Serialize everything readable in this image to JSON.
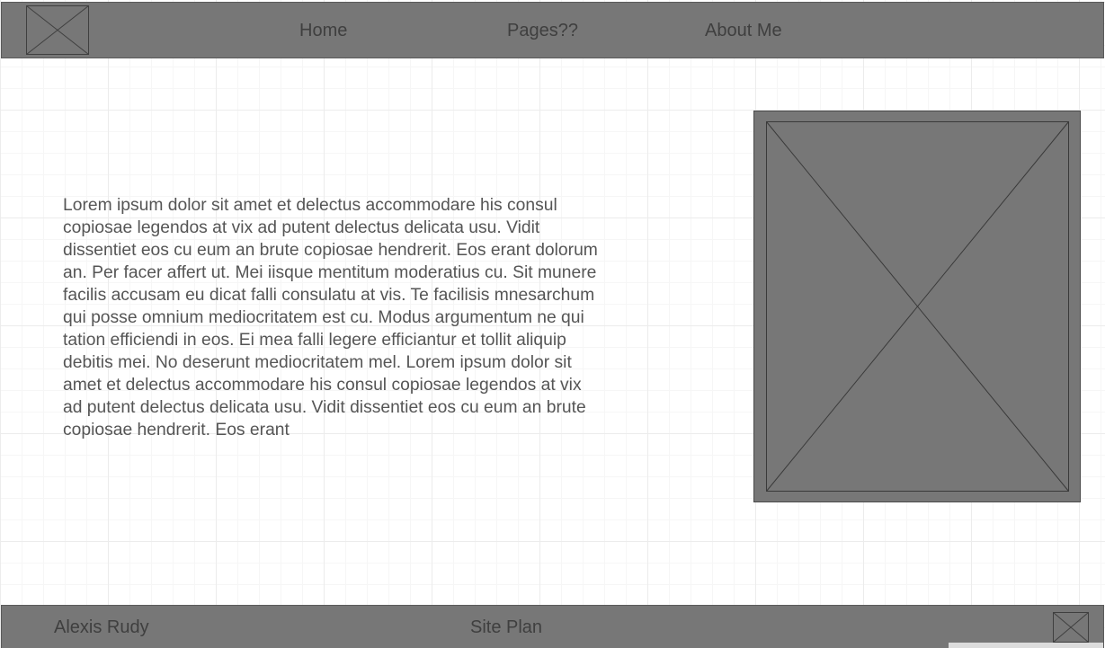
{
  "header": {
    "logo_icon": "image-placeholder-icon",
    "nav": [
      {
        "label": "Home"
      },
      {
        "label": "Pages??"
      },
      {
        "label": "About Me"
      }
    ]
  },
  "main": {
    "body_text": "Lorem ipsum dolor sit amet et delectus accommodare his consul\ncopiosae legendos at vix ad putent delectus delicata usu. Vidit\ndissentiet eos cu eum an brute copiosae hendrerit. Eos erant dolorum\nan. Per facer affert ut. Mei iisque mentitum moderatius cu. Sit munere\nfacilis accusam eu dicat falli consulatu at vis. Te facilisis mnesarchum\nqui posse omnium mediocritatem est cu. Modus argumentum ne qui\ntation efficiendi in eos. Ei mea falli legere efficiantur et tollit aliquip\ndebitis mei. No deserunt mediocritatem mel. Lorem ipsum dolor sit\namet et delectus accommodare his consul copiosae legendos at vix\nad putent delectus delicata usu. Vidit dissentiet eos cu eum an brute\ncopiosae hendrerit. Eos erant",
    "image_icon": "image-placeholder-icon"
  },
  "footer": {
    "name": "Alexis Rudy",
    "site_plan": "Site Plan",
    "icon": "image-placeholder-icon"
  },
  "colors": {
    "bar_fill": "#777777",
    "bar_border": "#5a5a5a",
    "nav_text": "#3f3f3f",
    "body_text": "#555555"
  }
}
